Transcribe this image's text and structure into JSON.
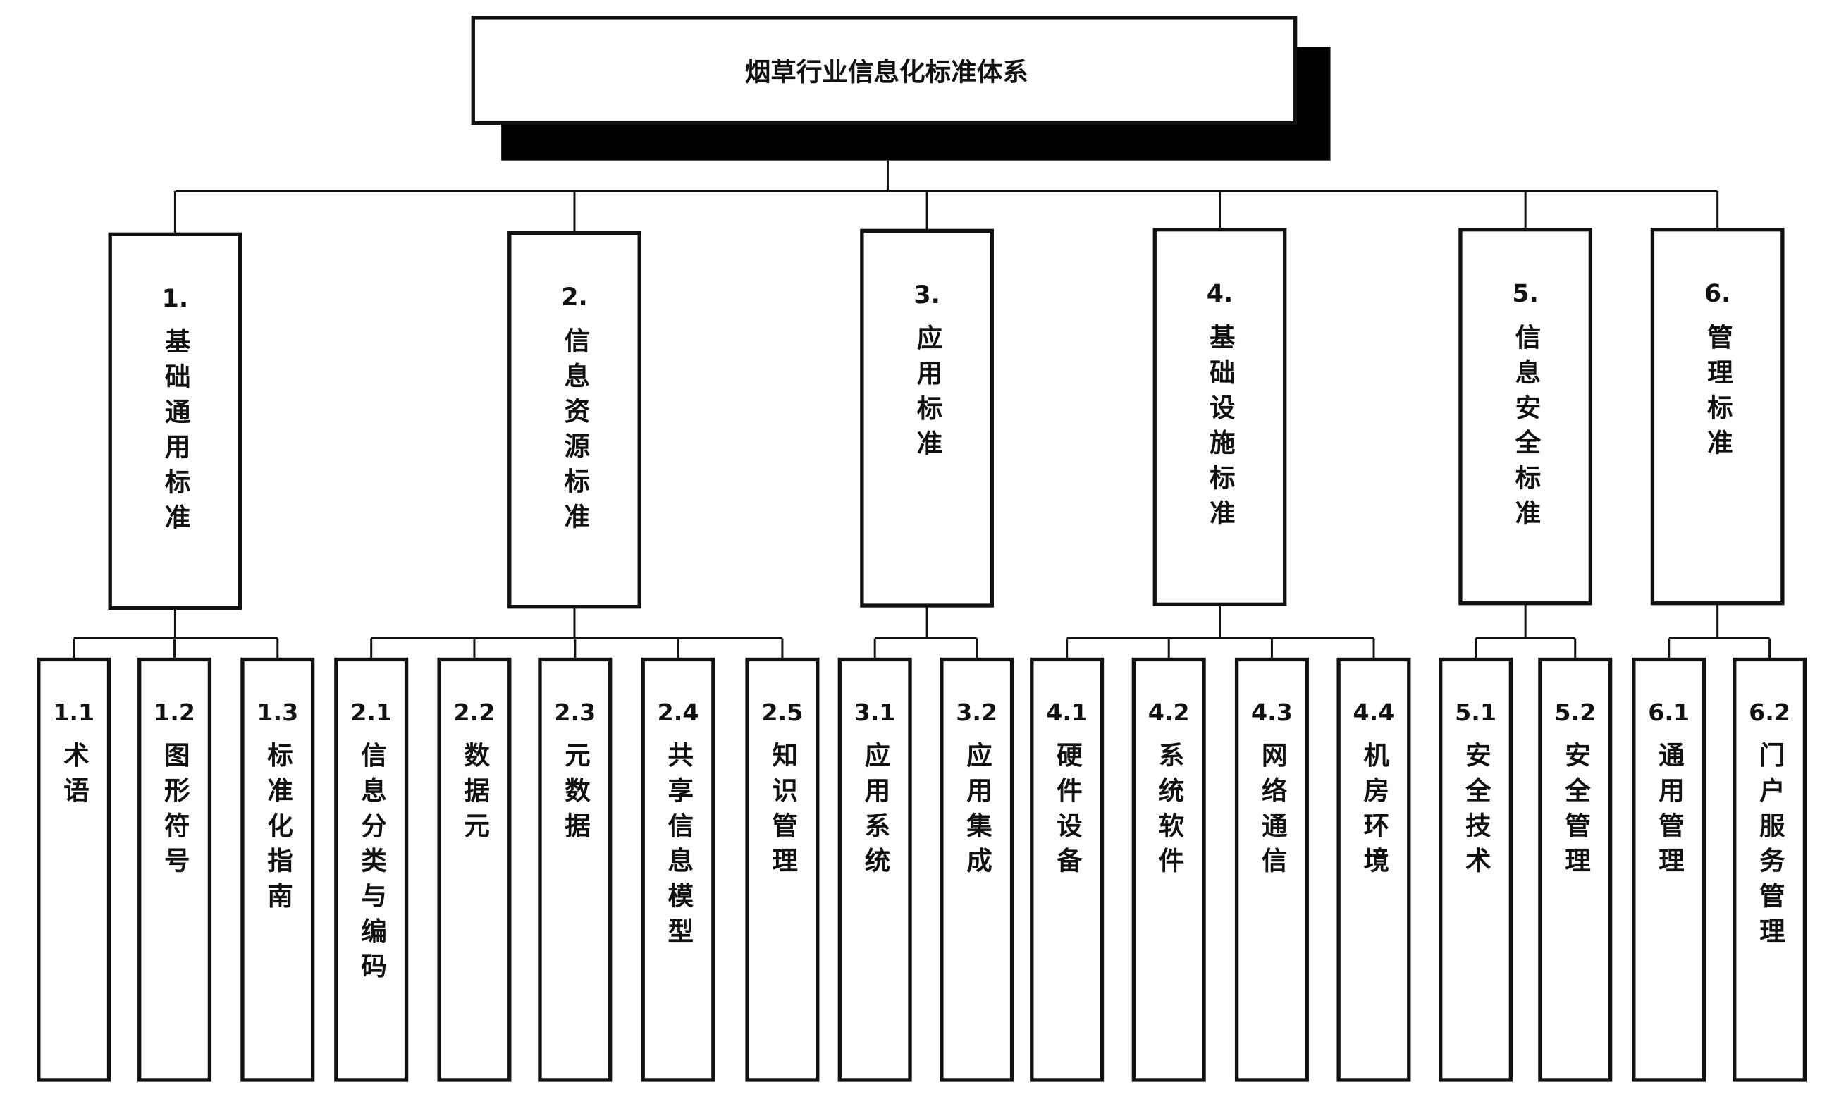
{
  "title": "烟草行业信息化标准体系",
  "categories": [
    {
      "id": "1.",
      "name": "基础通用标准",
      "children": [
        {
          "id": "1.1",
          "name": "术语"
        },
        {
          "id": "1.2",
          "name": "图形符号"
        },
        {
          "id": "1.3",
          "name": "标准化指南"
        }
      ]
    },
    {
      "id": "2.",
      "name": "信息资源标准",
      "children": [
        {
          "id": "2.1",
          "name": "信息分类与编码"
        },
        {
          "id": "2.2",
          "name": "数据元"
        },
        {
          "id": "2.3",
          "name": "元数据"
        },
        {
          "id": "2.4",
          "name": "共享信息模型"
        },
        {
          "id": "2.5",
          "name": "知识管理"
        }
      ]
    },
    {
      "id": "3.",
      "name": "应用标准",
      "children": [
        {
          "id": "3.1",
          "name": "应用系统"
        },
        {
          "id": "3.2",
          "name": "应用集成"
        }
      ]
    },
    {
      "id": "4.",
      "name": "基础设施标准",
      "children": [
        {
          "id": "4.1",
          "name": "硬件设备"
        },
        {
          "id": "4.2",
          "name": "系统软件"
        },
        {
          "id": "4.3",
          "name": "网络通信"
        },
        {
          "id": "4.4",
          "name": "机房环境"
        }
      ]
    },
    {
      "id": "5.",
      "name": "信息安全标准",
      "children": [
        {
          "id": "5.1",
          "name": "安全技术"
        },
        {
          "id": "5.2",
          "name": "安全管理"
        }
      ]
    },
    {
      "id": "6.",
      "name": "管理标准",
      "children": [
        {
          "id": "6.1",
          "name": "通用管理"
        },
        {
          "id": "6.2",
          "name": "门户服务管理"
        }
      ]
    }
  ]
}
